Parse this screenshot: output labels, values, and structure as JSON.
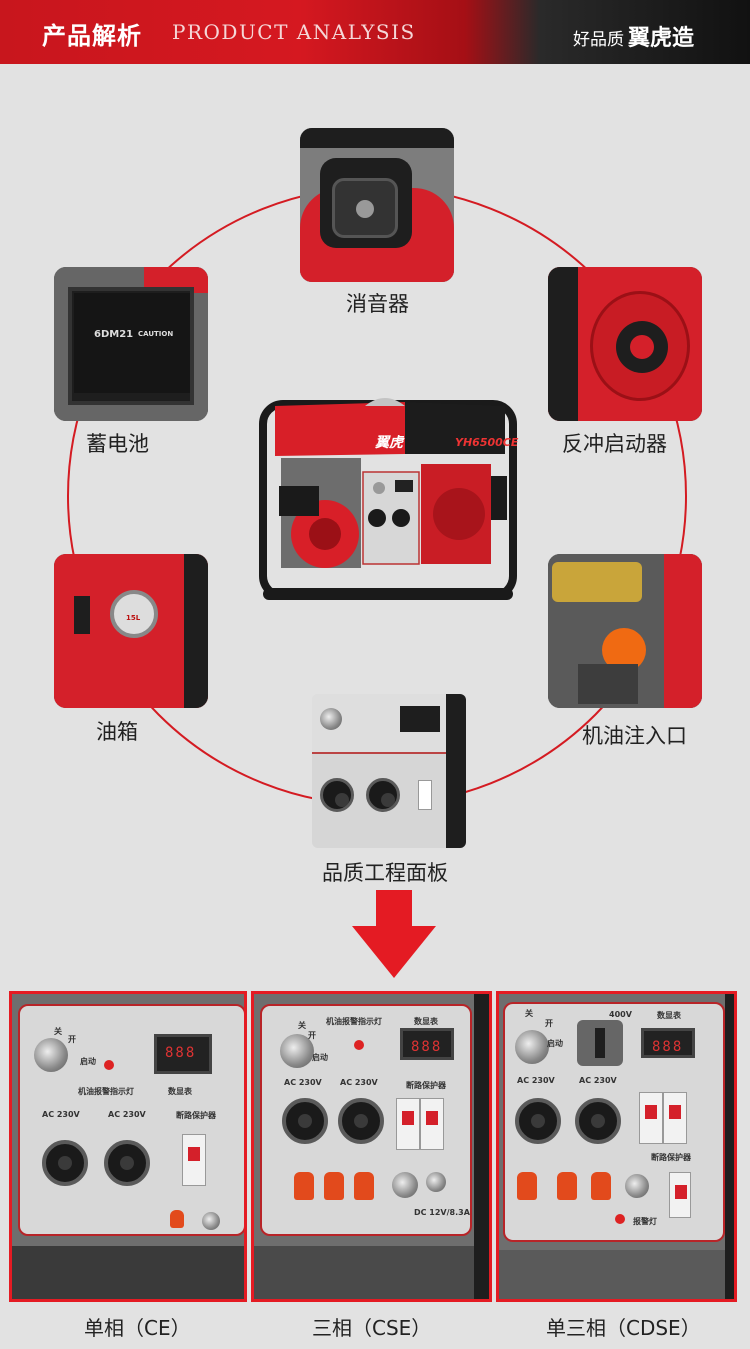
{
  "header": {
    "title_cn": "产品解析",
    "title_en": "PRODUCT ANALYSIS",
    "brand_prefix": "好品质",
    "brand_name": "翼虎造"
  },
  "features": {
    "muffler": "消音器",
    "battery": "蓄电池",
    "recoil_starter": "反冲启动器",
    "fuel_tank": "油箱",
    "oil_inlet": "机油注入口",
    "panel": "品质工程面板"
  },
  "product": {
    "logo_text": "翼虎",
    "model": "YH6500CE",
    "battery_label": "6DM21",
    "battery_caution": "CAUTION",
    "tank_badge": "15L"
  },
  "panel_text": {
    "off": "关",
    "on": "开",
    "start": "启动",
    "ac230": "AC 230V",
    "ac400": "400V",
    "meter": "数显表",
    "breaker": "断路保护器",
    "warn_lamp": "机油报警指示灯",
    "dc": "DC 12V/8.3A",
    "lamp": "报警灯"
  },
  "variants": [
    {
      "label": "单相（CE）"
    },
    {
      "label": "三相（CSE）"
    },
    {
      "label": "单三相（CDSE）"
    }
  ],
  "colors": {
    "accent": "#e41b23",
    "header_dark": "#111111",
    "background": "#e2e2e2"
  }
}
